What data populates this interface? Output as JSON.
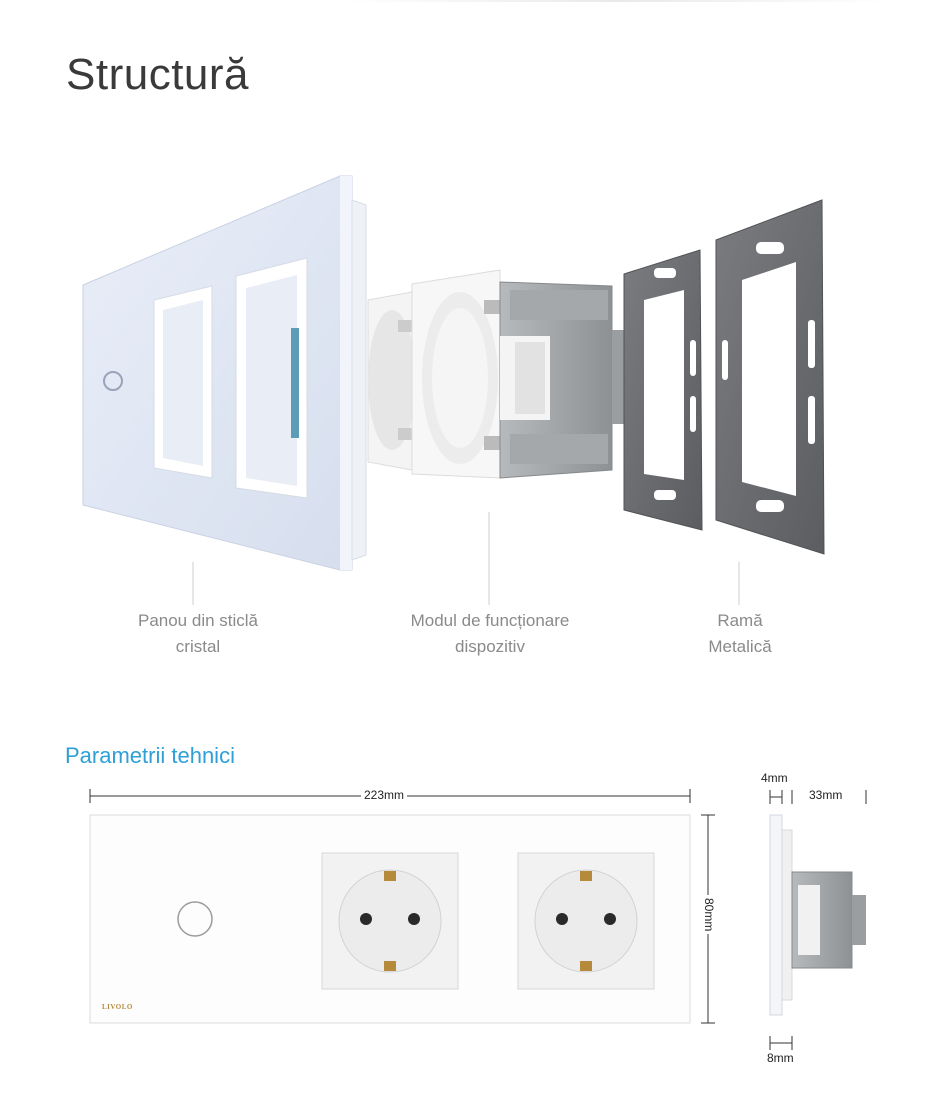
{
  "title": "Structură",
  "labels": {
    "panel": "Panou din sticlă\ncristal",
    "module": "Modul de funcționare\ndispozitiv",
    "frame": "Ramă\nMetalică"
  },
  "tech": {
    "heading": "Parametrii tehnici",
    "width": "223mm",
    "height": "80mm",
    "glass_thickness": "4mm",
    "depth": "33mm",
    "frame_thickness": "8mm",
    "brand": "LIVOLO"
  },
  "colors": {
    "accent": "#2f9fd8",
    "glass": "#dfe6f3",
    "metal": "#6c6e72",
    "module_gray": "#9ea2a4"
  }
}
